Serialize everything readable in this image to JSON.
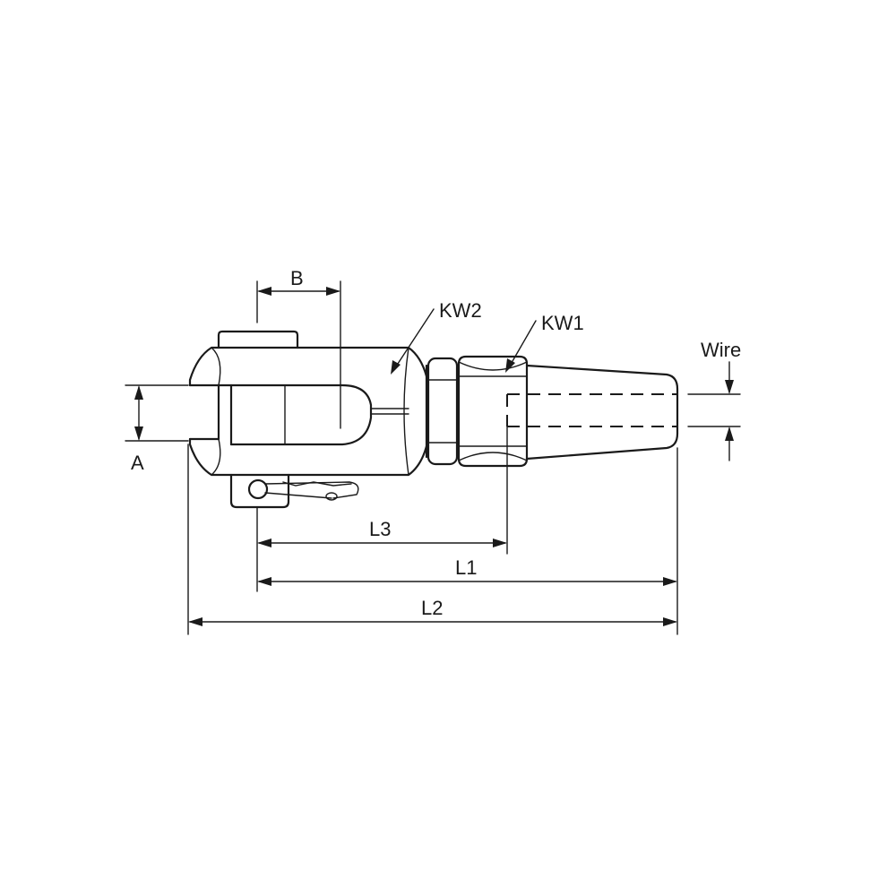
{
  "labels": {
    "A": "A",
    "B": "B",
    "KW1": "KW1",
    "KW2": "KW2",
    "Wire": "Wire",
    "L1": "L1",
    "L2": "L2",
    "L3": "L3"
  },
  "colors": {
    "line": "#1a1a1a",
    "background": "#ffffff"
  }
}
